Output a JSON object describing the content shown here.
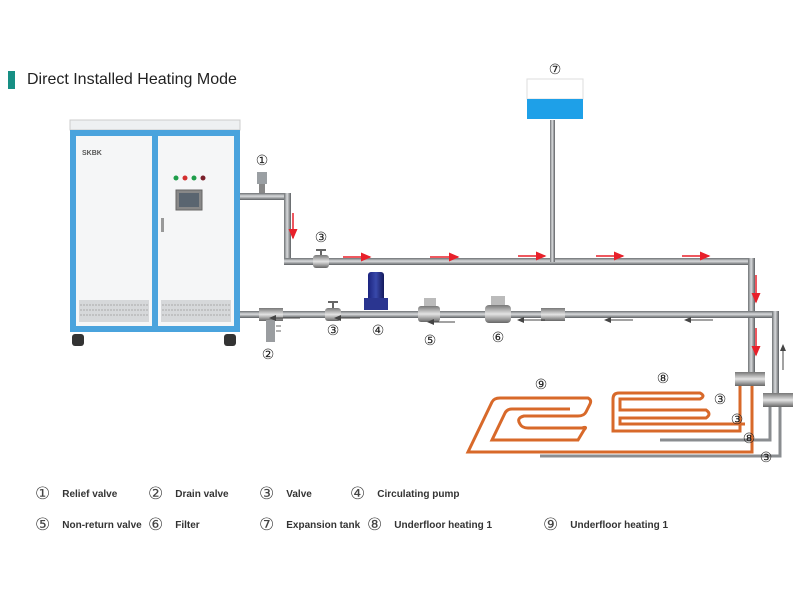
{
  "title": "Direct Installed Heating Mode",
  "colors": {
    "accent": "#178f84",
    "cabinet_blue": "#4aa3dd",
    "tank_water": "#1ea0e8",
    "flow_red": "#e8202a",
    "heating_pipe": "#d8692a",
    "pipe_gray": "#8a8d90"
  },
  "cabinet": {
    "top_label": "",
    "brand": "SKBK"
  },
  "diagram_labels": {
    "relief_valve": "①",
    "valve_top": "③",
    "valve_bottom": "③",
    "pump": "④",
    "non_return": "⑤",
    "filter": "⑥",
    "drain": "②",
    "tank": "⑦",
    "floor8": "⑧",
    "floor9": "⑨",
    "right_3a": "③",
    "right_3b": "③",
    "right_8": "⑧",
    "right_3c": "③"
  },
  "legend": [
    {
      "num": "①",
      "label": "Relief valve"
    },
    {
      "num": "②",
      "label": "Drain valve"
    },
    {
      "num": "③",
      "label": "Valve"
    },
    {
      "num": "④",
      "label": "Circulating pump"
    },
    {
      "num": "⑤",
      "label": "Non-return valve"
    },
    {
      "num": "⑥",
      "label": "Filter"
    },
    {
      "num": "⑦",
      "label": "Expansion tank"
    },
    {
      "num": "⑧",
      "label": "Underfloor heating 1"
    },
    {
      "num": "⑨",
      "label": "Underfloor heating 1"
    }
  ]
}
